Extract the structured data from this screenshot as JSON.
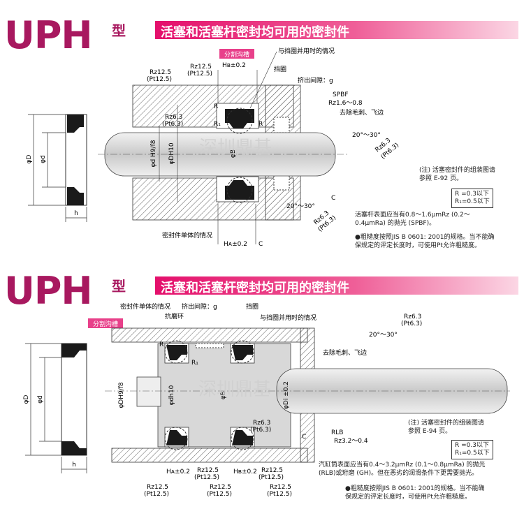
{
  "watermark": "深圳鼎基",
  "colors": {
    "brand": "#a8185f",
    "bar_start": "#e40f6b",
    "bar_end": "#fbd6e4",
    "groove_tag": "#e8408a"
  },
  "sections": [
    {
      "logo": "UPH",
      "logo_suffix": "型",
      "title": "活塞和活塞杆密封均可用的密封件",
      "groove_tag": "分割沟槽",
      "labels": {
        "backup": "与挡圈并用时的情况",
        "retainer": "挡圈",
        "extrusion": "挤出间隙：g",
        "spbf": "SPBF",
        "rz16": "Rz1.6～0.8",
        "deburr": "去除毛刺、飞边",
        "angle_top": "20°～30°",
        "angle_bot": "20°～30°",
        "single": "密封件单体的情况",
        "rz125a": "Rz12.5",
        "pt125a": "(Pt12.5)",
        "rz125b": "Rz12.5",
        "pt125b": "(Pt12.5)",
        "rz63a": "Rz6.3",
        "pt63a": "(Pt6.3)",
        "rz63b": "Rz6.3",
        "pt63b": "(Pt6.3)",
        "rz63c": "Rz6.3",
        "pt63c": "(Pt6.3)",
        "hb": "Hʙ±0.2",
        "ha": "Hᴀ±0.2",
        "c1": "C",
        "c2": "C",
        "dim_phiD": "φD",
        "dim_phid": "φd",
        "dim_h": "h",
        "dim_dh9": "φd H9/f8",
        "dim_DH10": "φDH10",
        "dim_B": "φB",
        "r_label": "R",
        "r1_label": "R₁"
      },
      "note_assembly": "(注) 活塞密封件的组装图请\n参照 E-92 页。",
      "r_box": "R =0.3以下\nR₁=0.5以下",
      "surface_note": "活塞杆表面应当有0.8～1.6μmRz (0.2～\n0.4μmRa) 的抛光 (SPBF)。",
      "roughness_note": "●粗糙度按照JIS B 0601: 2001的规格。当不能确\n保规定的评定长度时，可使用Pt允许粗糙度。"
    },
    {
      "logo": "UPH",
      "logo_suffix": "型",
      "title": "活塞和活塞杆密封均可用的密封件",
      "groove_tag": "分割沟槽",
      "labels": {
        "single": "密封件单体的情况",
        "extrusion": "挤出间隙：g",
        "retainer": "挡圈",
        "wear_ring": "抗磨环",
        "backup": "与挡圈并用时的情况",
        "rz63": "Rz6.3",
        "pt63": "(Pt6.3)",
        "angle": "20°～30°",
        "deburr": "去除毛刺、飞边",
        "rz63b": "Rz6.3",
        "pt63b": "(Pt6.3)",
        "rlb": "RLB",
        "rz32": "Rz3.2～0.4",
        "ha": "Hᴀ±0.2",
        "hb": "Hʙ±0.2",
        "rz125a": "Rz12.5",
        "pt125a": "(Pt12.5)",
        "rz125b": "Rz12.5",
        "pt125b": "(Pt12.5)",
        "rz125c": "Rz12.5",
        "pt125c": "(Pt12.5)",
        "rz125d": "Rz12.5",
        "pt125d": "(Pt12.5)",
        "rz125e": "Rz12.5",
        "pt125e": "(Pt12.5)",
        "c": "C",
        "dim_phiD": "φD",
        "dim_phid": "φd",
        "dim_h": "h",
        "dim_DH9": "φDH9/f8",
        "dim_dh10": "φdh10",
        "dim_B": "φB",
        "dim_Di": "φDi ±0.2",
        "r_label": "R",
        "r1_label": "R₁"
      },
      "note_assembly": "(注) 活塞密封件的组装图请\n参照 E-94 页。",
      "r_box": "R =0.3以下\nR₁=0.5以下",
      "surface_note": "汽缸筒表面应当有0.4～3.2μmRz (0.1～0.8μmRa) 的抛光\n(RLB)或珩磨 (GH)。但在恶劣的润滑条件下更需要抛光。",
      "roughness_note": "●粗糙度按照JIS B 0601: 2001的规格。当不能确\n保规定的评定长度时，可使用Pt允许粗糙度。"
    }
  ]
}
